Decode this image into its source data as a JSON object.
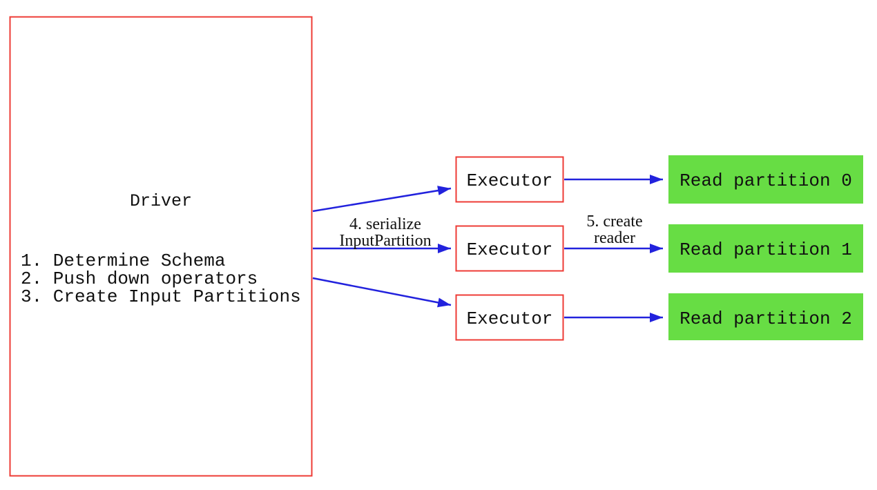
{
  "diagram": {
    "driver": {
      "title": "Driver",
      "steps": [
        "1. Determine Schema",
        "2. Push down operators",
        "3. Create Input Partitions"
      ]
    },
    "executors": [
      {
        "label": "Executor"
      },
      {
        "label": "Executor"
      },
      {
        "label": "Executor"
      }
    ],
    "partitions": [
      {
        "label": "Read partition 0"
      },
      {
        "label": "Read partition 1"
      },
      {
        "label": "Read partition 2"
      }
    ],
    "arrow_labels": {
      "serialize_line1": "4. serialize",
      "serialize_line2": "InputPartition",
      "create_reader_line1": "5. create",
      "create_reader_line2": "reader"
    },
    "colors": {
      "box_border_red": "#ee3b35",
      "partition_green": "#67dd44",
      "arrow_blue": "#2222dd",
      "text_black": "#111111",
      "background": "#ffffff"
    }
  }
}
